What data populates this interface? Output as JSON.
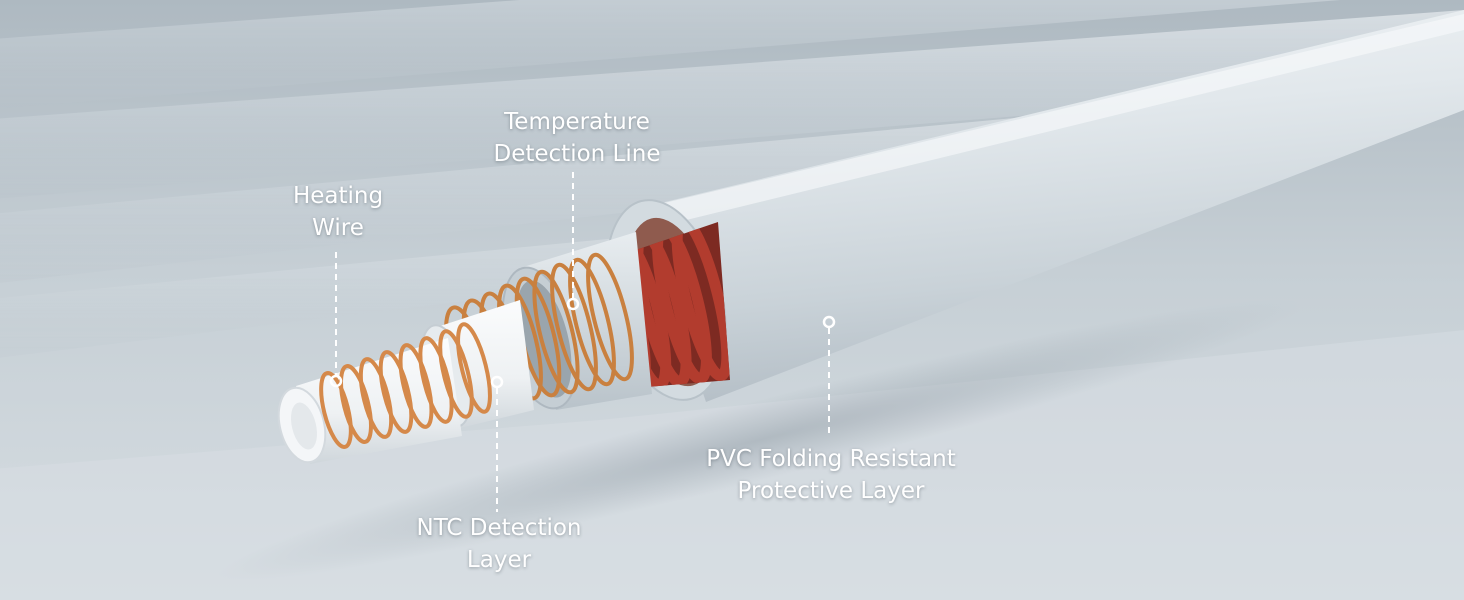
{
  "diagram": {
    "labels": {
      "heating_wire": {
        "line1": "Heating",
        "line2": "Wire"
      },
      "temperature_detection_line": {
        "line1": "Temperature",
        "line2": "Detection Line"
      },
      "ntc_detection_layer": {
        "line1": "NTC Detection",
        "line2": "Layer"
      },
      "pvc_layer": {
        "line1": "PVC Folding Resistant",
        "line2": "Protective Layer"
      }
    },
    "colors": {
      "background": "#c7d0d6",
      "tube": "#dfe5ea",
      "copper_wire": "#d08a4a",
      "red_coil": "#a8382c",
      "label_text": "#ffffff"
    }
  }
}
